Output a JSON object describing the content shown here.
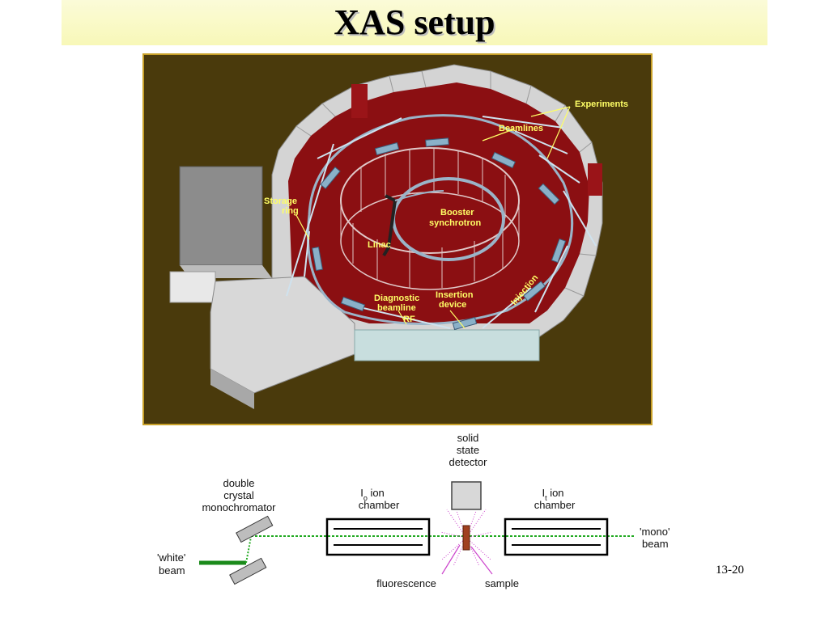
{
  "title": "XAS setup",
  "page_number": "13-20",
  "facility": {
    "labels": {
      "experiments": "Experiments",
      "beamlines": "Beamlines",
      "storage_ring_1": "Storage",
      "storage_ring_2": "ring",
      "booster_1": "Booster",
      "booster_2": "synchrotron",
      "linac": "Linac",
      "injection": "Injection",
      "diagnostic_1": "Diagnostic",
      "diagnostic_2": "beamline",
      "rf": "RF",
      "insertion_1": "Insertion",
      "insertion_2": "device"
    },
    "colors": {
      "ground": "#4a3a0c",
      "floor": "#8b0f12",
      "wall": "#cfcfcf",
      "label": "#ffff66"
    }
  },
  "schematic": {
    "detector_1": "solid",
    "detector_2": "state",
    "detector_3": "detector",
    "mono_1": "double",
    "mono_2": "crystal",
    "mono_3": "monochromator",
    "i0_sub": "o",
    "i0_rest": " ion",
    "i0_2": "chamber",
    "it_sub": "t",
    "it_rest": " ion",
    "it_2": "chamber",
    "white_1": "'white'",
    "white_2": "beam",
    "mono_beam_1": "'mono'",
    "mono_beam_2": "beam",
    "fluorescence": "fluorescence",
    "sample": "sample",
    "colors": {
      "beam": "#22aa22",
      "sample": "#a04020",
      "fluor": "#cc44cc"
    }
  }
}
